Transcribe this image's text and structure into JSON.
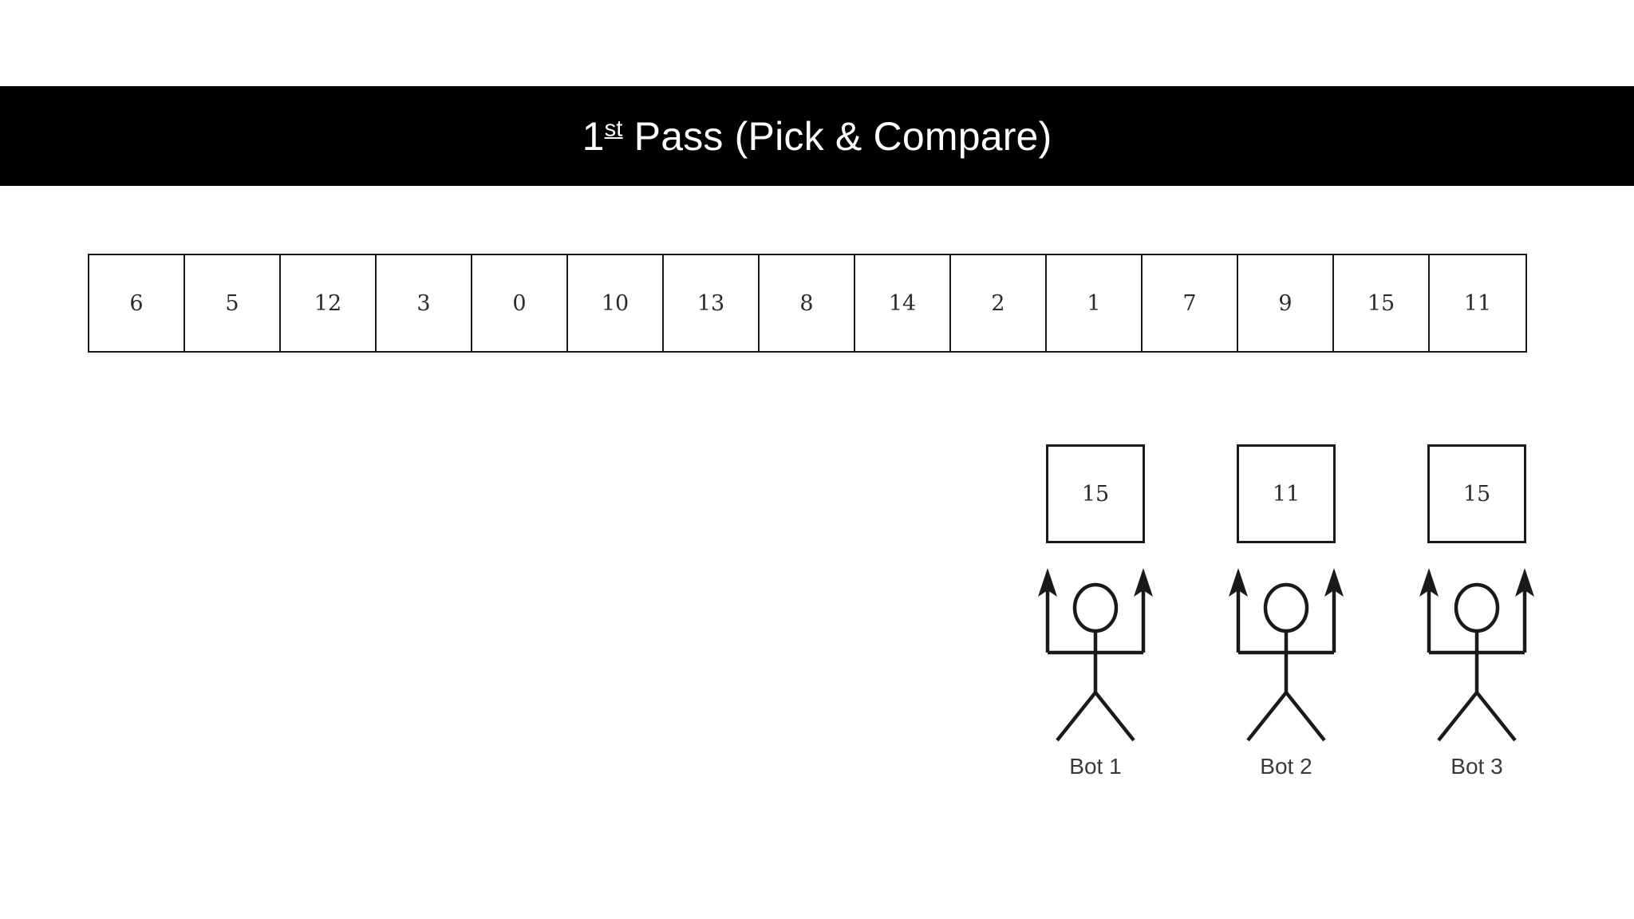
{
  "slide": {
    "background_color": "#ffffff",
    "title_band_color": "#000000",
    "title_text_color": "#ffffff",
    "line_color": "#1a1a1a"
  },
  "header": {
    "title_prefix": "1",
    "title_ordinal": "st",
    "title_rest": " Pass (Pick & Compare)",
    "title_full": "1st Pass (Pick & Compare)"
  },
  "array": {
    "name": "input-array",
    "cell_count": 15,
    "values": [
      "6",
      "5",
      "12",
      "3",
      "0",
      "10",
      "13",
      "8",
      "14",
      "2",
      "1",
      "7",
      "9",
      "15",
      "11"
    ]
  },
  "bots": [
    {
      "id": "bot-1",
      "label": "Bot 1",
      "held_value": "15",
      "icon": "stick-figure-arms-up-icon"
    },
    {
      "id": "bot-2",
      "label": "Bot 2",
      "held_value": "11",
      "icon": "stick-figure-arms-up-icon"
    },
    {
      "id": "bot-3",
      "label": "Bot 3",
      "held_value": "15",
      "icon": "stick-figure-arms-up-icon"
    }
  ]
}
